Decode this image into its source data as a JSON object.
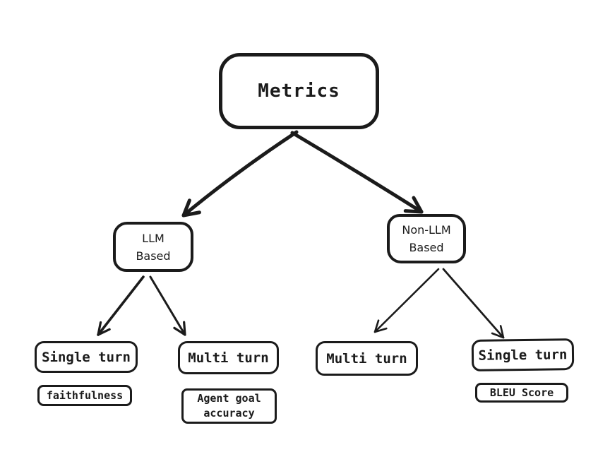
{
  "diagram": {
    "type": "tree",
    "style": "hand-drawn flowchart",
    "colors": {
      "stroke": "#1b1b1b",
      "background": "#ffffff"
    },
    "root": {
      "label": "Metrics"
    },
    "llm": {
      "line1": "LLM",
      "line2": "Based"
    },
    "non_llm": {
      "line1": "Non-LLM",
      "line2": "Based"
    },
    "llm_single": {
      "label": "Single turn"
    },
    "llm_multi": {
      "label": "Multi turn"
    },
    "nonllm_multi": {
      "label": "Multi turn"
    },
    "nonllm_single": {
      "label": "Single turn"
    },
    "faithfulness": {
      "label": "faithfulness"
    },
    "agent_goal": {
      "line1": "Agent goal",
      "line2": "accuracy"
    },
    "bleu": {
      "label": "BLEU Score"
    },
    "edges": [
      {
        "from": "Metrics",
        "to": "LLM Based"
      },
      {
        "from": "Metrics",
        "to": "Non-LLM Based"
      },
      {
        "from": "LLM Based",
        "to": "Single turn"
      },
      {
        "from": "LLM Based",
        "to": "Multi turn"
      },
      {
        "from": "Non-LLM Based",
        "to": "Multi turn"
      },
      {
        "from": "Non-LLM Based",
        "to": "Single turn"
      }
    ]
  }
}
